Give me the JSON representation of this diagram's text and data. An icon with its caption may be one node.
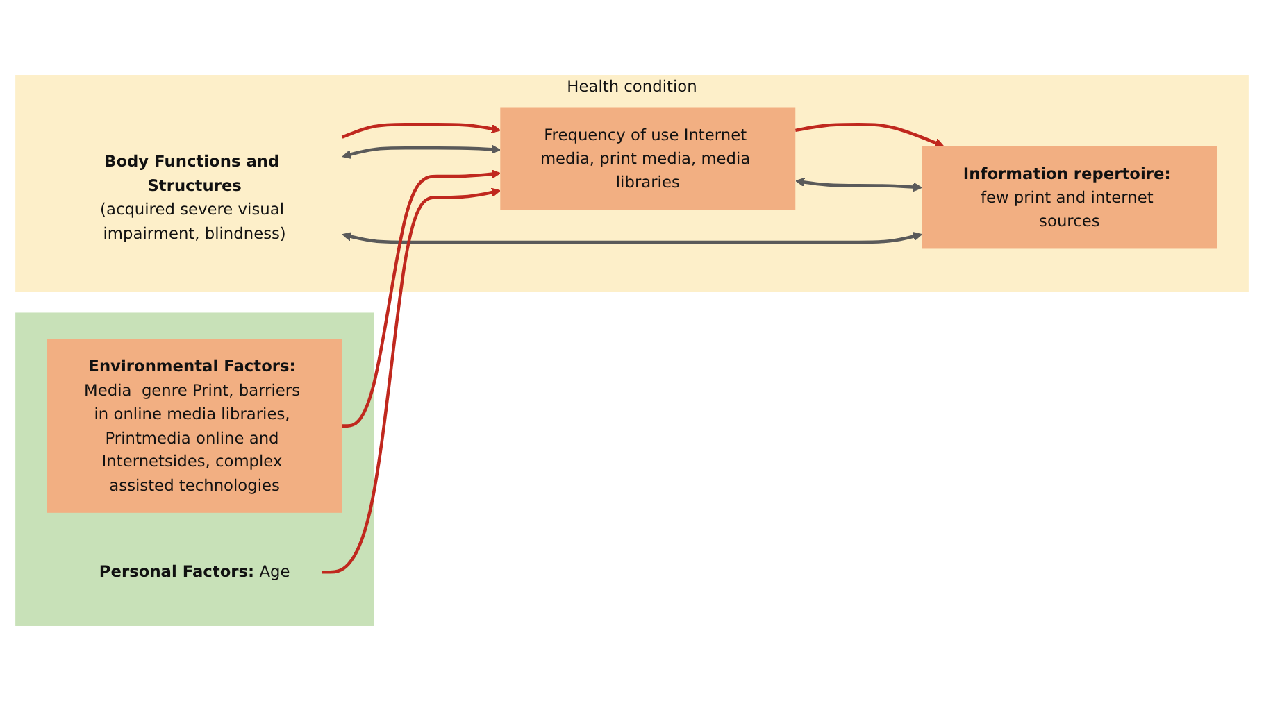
{
  "diagram": {
    "nodes": [
      {
        "text": [
          "Health condition"
        ]
      },
      {
        "text": [
          "Body Functions and Structures",
          "(acquired severe visual impairment, blindness)"
        ],
        "in": 0
      },
      {
        "text": [
          "Frequency of use Internet media, print media, media libraries"
        ],
        "in": 0
      },
      {
        "text": [
          "Information repertoire:",
          "few print and internet sources"
        ],
        "in": 0
      },
      {
        "text": [],
        "shape": "box"
      },
      {
        "text": [
          "Environmental Factors:",
          "Media  genre Print, barriers in online media libraries, Printmedia online and Internetsides, complex assisted technologies"
        ],
        "in": 4
      },
      {
        "text": [
          "Personal Factors:",
          "Age"
        ],
        "in": 4
      }
    ],
    "edges": [
      {
        "from": 1,
        "to": 2,
        "arrow": "to"
      },
      {
        "from": 2,
        "to": 3,
        "arrow": "to"
      },
      {
        "from": 1,
        "to": 2,
        "arrow": "both",
        "color": "#5a5a5a"
      },
      {
        "from": 2,
        "to": 3,
        "arrow": "both",
        "color": "#5a5a5a"
      },
      {
        "from": 1,
        "to": 3,
        "arrow": "both",
        "color": "#5a5a5a"
      },
      {
        "from": 5,
        "to": 2,
        "arrow": "to"
      },
      {
        "from": 6,
        "to": 2,
        "arrow": "to"
      }
    ]
  }
}
